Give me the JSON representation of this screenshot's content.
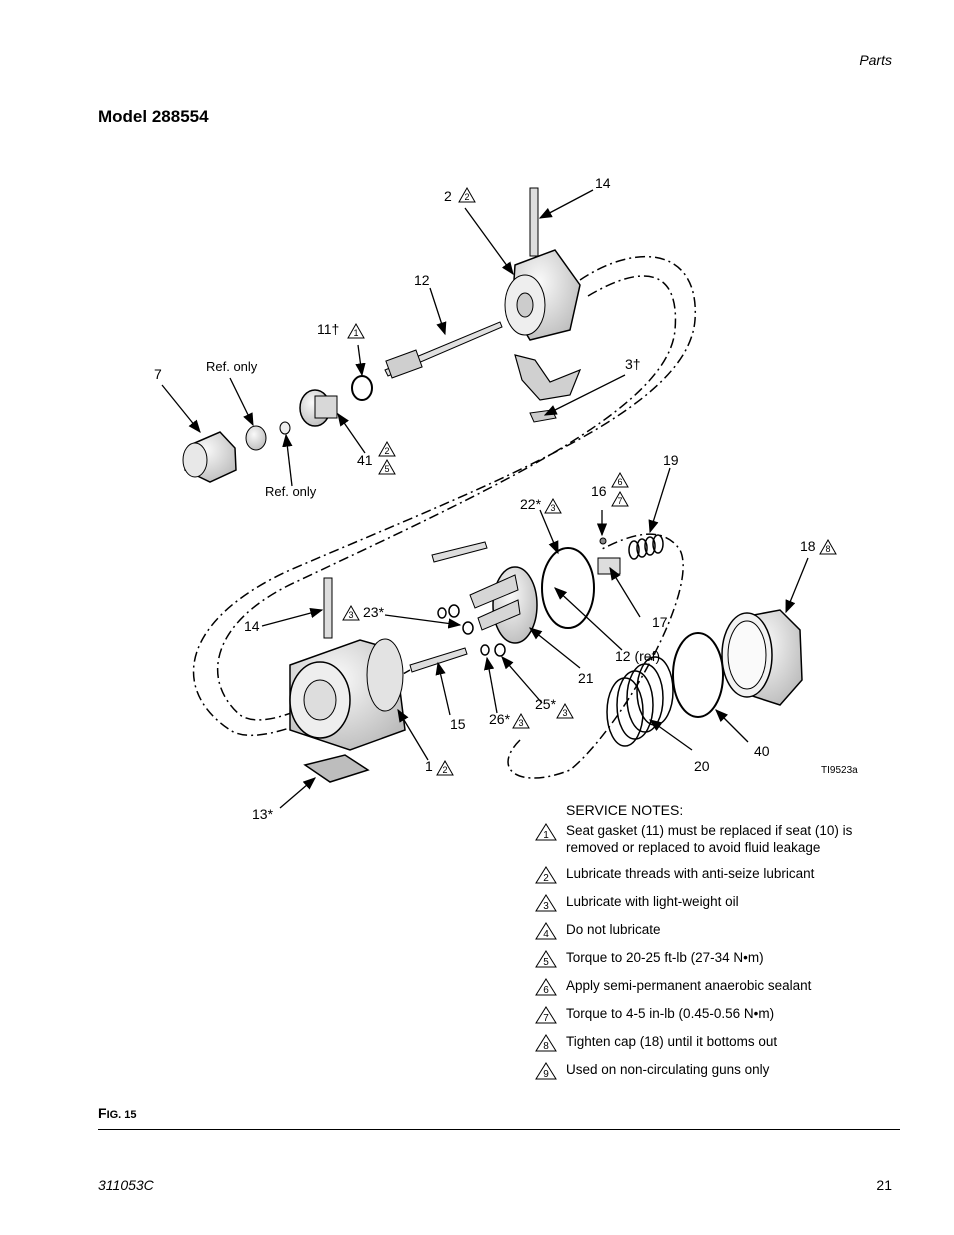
{
  "header": {
    "section": "Parts"
  },
  "title": "Model 288554",
  "figure": {
    "callouts": {
      "c2": "2",
      "c14top": "14",
      "c12": "12",
      "c11": "11†",
      "c7": "7",
      "refonly1": "Ref. only",
      "c3": "3†",
      "c41": "41",
      "refonly2": "Ref. only",
      "c19": "19",
      "c16": "16",
      "c22": "22*",
      "c18": "18",
      "c14": "14",
      "c23": "23*",
      "c17": "17",
      "c12ref": "12 (ref)",
      "c21": "21",
      "c25": "25*",
      "c26": "26*",
      "c15": "15",
      "c1": "1",
      "c20": "20",
      "c40": "40",
      "c13": "13*",
      "ref": "TI9523a"
    },
    "tri": {
      "t2": "2",
      "t11": "1",
      "t41a": "2",
      "t41b": "5",
      "t16a": "6",
      "t16b": "7",
      "t22": "3",
      "t18": "8",
      "t23": "3",
      "t25": "3",
      "t26": "3",
      "t1": "2"
    }
  },
  "service_notes": {
    "title": "SERVICE NOTES:",
    "items": [
      {
        "num": "1",
        "text": "Seat gasket (11) must be replaced if seat (10) is removed or replaced to avoid fluid leakage"
      },
      {
        "num": "2",
        "text": "Lubricate threads with anti-seize lubricant"
      },
      {
        "num": "3",
        "text": "Lubricate with light-weight oil"
      },
      {
        "num": "4",
        "text": "Do not lubricate"
      },
      {
        "num": "5",
        "text": "Torque to 20-25 ft-lb (27-34 N•m)"
      },
      {
        "num": "6",
        "text": "Apply semi-permanent anaerobic sealant"
      },
      {
        "num": "7",
        "text": "Torque to 4-5 in-lb (0.45-0.56 N•m)"
      },
      {
        "num": "8",
        "text": "Tighten cap (18) until it bottoms out"
      },
      {
        "num": "9",
        "text": "Used on non-circulating guns only"
      }
    ]
  },
  "figure_label": {
    "first": "F",
    "rest": "IG. 15"
  },
  "footer": {
    "doc": "311053C",
    "page": "21"
  }
}
